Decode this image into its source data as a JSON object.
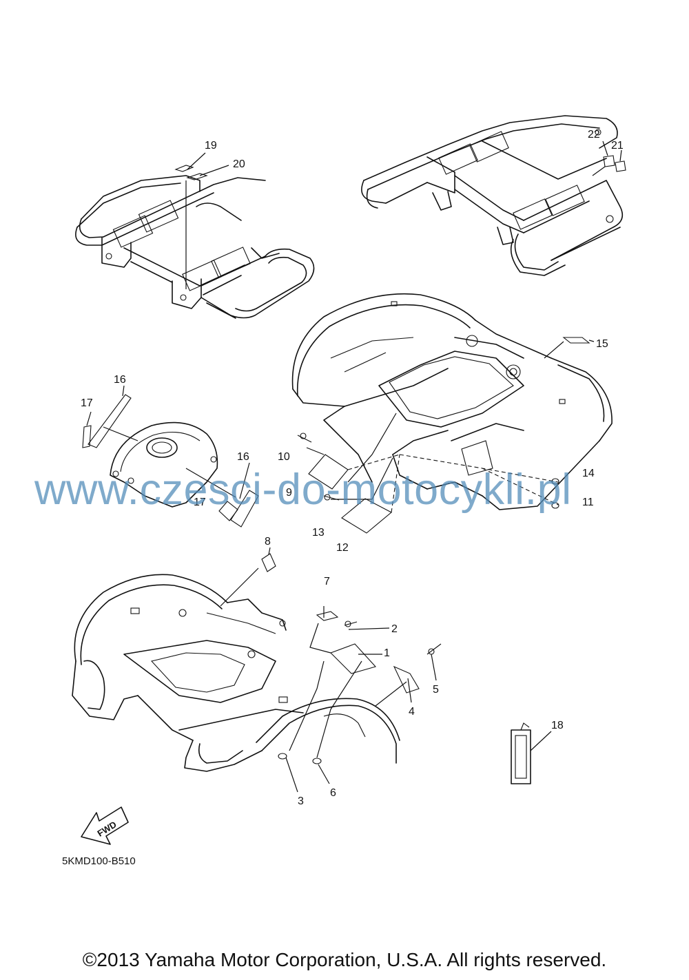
{
  "callouts": {
    "c1": "1",
    "c2": "2",
    "c3": "3",
    "c4": "4",
    "c5": "5",
    "c6": "6",
    "c7": "7",
    "c8": "8",
    "c9": "9",
    "c10": "10",
    "c11": "11",
    "c12": "12",
    "c13": "13",
    "c14": "14",
    "c15": "15",
    "c16a": "16",
    "c16b": "16",
    "c17a": "17",
    "c17b": "17",
    "c18": "18",
    "c19": "19",
    "c20": "20",
    "c21": "21",
    "c22": "22"
  },
  "fwd_label": "FWD",
  "diagram_code": "5KMD100-B510",
  "watermark": "www.czesci-do-motocykli.pl",
  "copyright": "©2013 Yamaha Motor Corporation, U.S.A. All rights reserved."
}
